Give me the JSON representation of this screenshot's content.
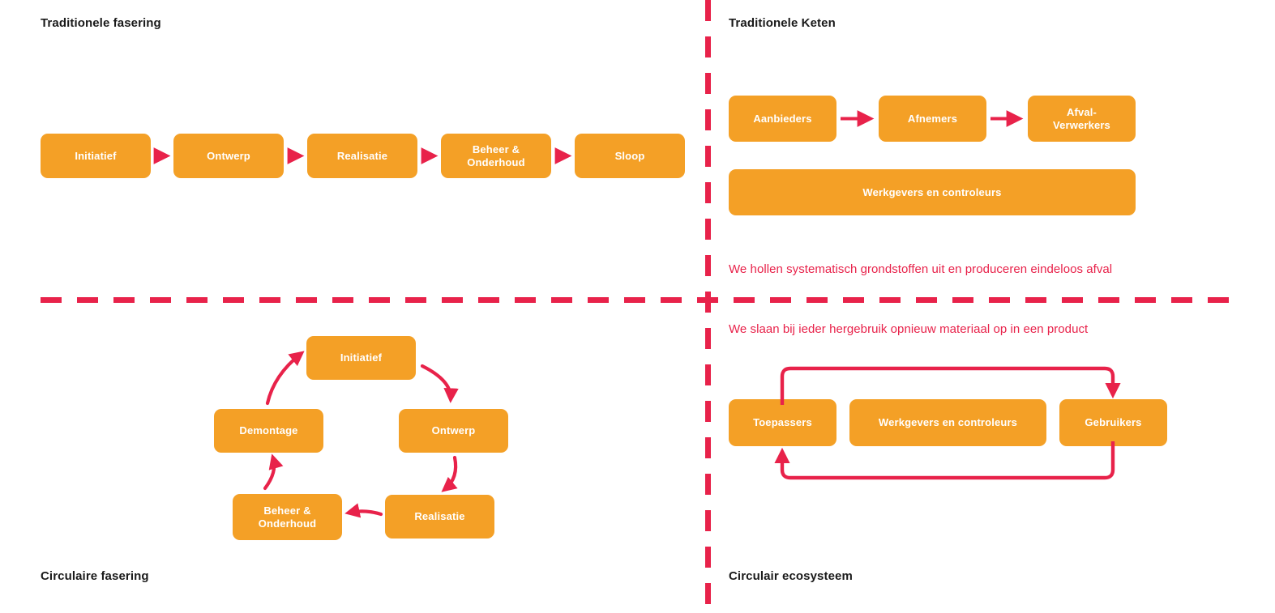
{
  "colors": {
    "orange": "#F4A026",
    "crimson": "#E8224A",
    "white": "#FFFFFF",
    "text_dark": "#1A1A1A",
    "background": "#FFFFFF"
  },
  "quadrants": {
    "top_left": {
      "title": "Traditionele fasering",
      "type": "linear-flow",
      "steps": [
        {
          "label": "Initiatief"
        },
        {
          "label": "Ontwerp"
        },
        {
          "label": "Realisatie"
        },
        {
          "label": "Beheer &\nOnderhoud",
          "line1": "Beheer &",
          "line2": "Onderhoud"
        },
        {
          "label": "Sloop"
        }
      ]
    },
    "top_right": {
      "title": "Traditionele Keten",
      "type": "linear-flow",
      "steps": [
        {
          "label": "Aanbieders"
        },
        {
          "label": "Afnemers"
        },
        {
          "label": "Afval-\nVerwerkers",
          "line1": "Afval-",
          "line2": "Verwerkers"
        }
      ],
      "wide_bar": "Werkgevers en controleurs",
      "caption": "We hollen systematisch grondstoffen uit en produceren eindeloos afval"
    },
    "bottom_left": {
      "title": "Circulaire fasering",
      "type": "cycle",
      "steps": [
        {
          "label": "Initiatief"
        },
        {
          "label": "Ontwerp"
        },
        {
          "label": "Realisatie"
        },
        {
          "label": "Beheer &\nOnderhoud",
          "line1": "Beheer &",
          "line2": "Onderhoud"
        },
        {
          "label": "Demontage"
        }
      ]
    },
    "bottom_right": {
      "title": "Circulair ecosysteem",
      "type": "loop-flow",
      "caption": "We slaan bij ieder hergebruik opnieuw materiaal op in een product",
      "steps": [
        {
          "label": "Toepassers"
        },
        {
          "label": "Werkgevers en controleurs"
        },
        {
          "label": "Gebruikers"
        }
      ]
    }
  },
  "icons": {
    "arrow_right": "arrow-right-icon",
    "arrow_curve": "curved-arrow-icon",
    "loop_top": "loop-arrow-top-icon",
    "loop_bottom": "loop-arrow-bottom-icon",
    "divider_h": "horizontal-dashed-divider",
    "divider_v": "vertical-dashed-divider"
  }
}
